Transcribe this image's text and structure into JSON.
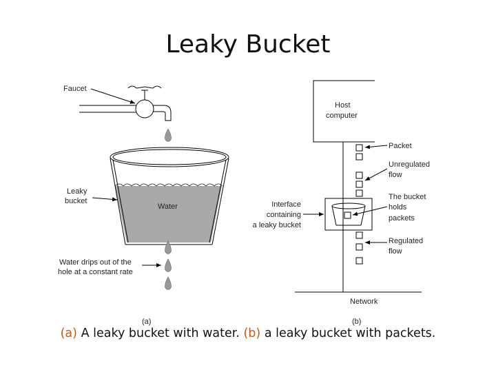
{
  "title": "Leaky Bucket",
  "diagram_a": {
    "faucet_label": "Faucet",
    "bucket_label_lines": [
      "Leaky",
      "bucket"
    ],
    "water_label": "Water",
    "drips_label_lines": [
      "Water drips out of the",
      "hole at a constant rate"
    ],
    "part_label": "(a)"
  },
  "diagram_b": {
    "host_label_lines": [
      "Host",
      "computer"
    ],
    "packet_label": "Packet",
    "unregulated_label_lines": [
      "Unregulated",
      "flow"
    ],
    "bucket_holds_label_lines": [
      "The bucket",
      "holds",
      "packets"
    ],
    "interface_label_lines": [
      "Interface",
      "containing",
      "a leaky bucket"
    ],
    "regulated_label_lines": [
      "Regulated",
      "flow"
    ],
    "network_label": "Network",
    "part_label": "(b)"
  },
  "caption": {
    "part_a_tag": "(a)",
    "part_a_text": " A leaky bucket with water. ",
    "part_b_tag": "(b)",
    "part_b_text": " a leaky bucket with packets."
  },
  "colors": {
    "water": "#a9a9a9",
    "caption_tag": "#c55a11"
  }
}
